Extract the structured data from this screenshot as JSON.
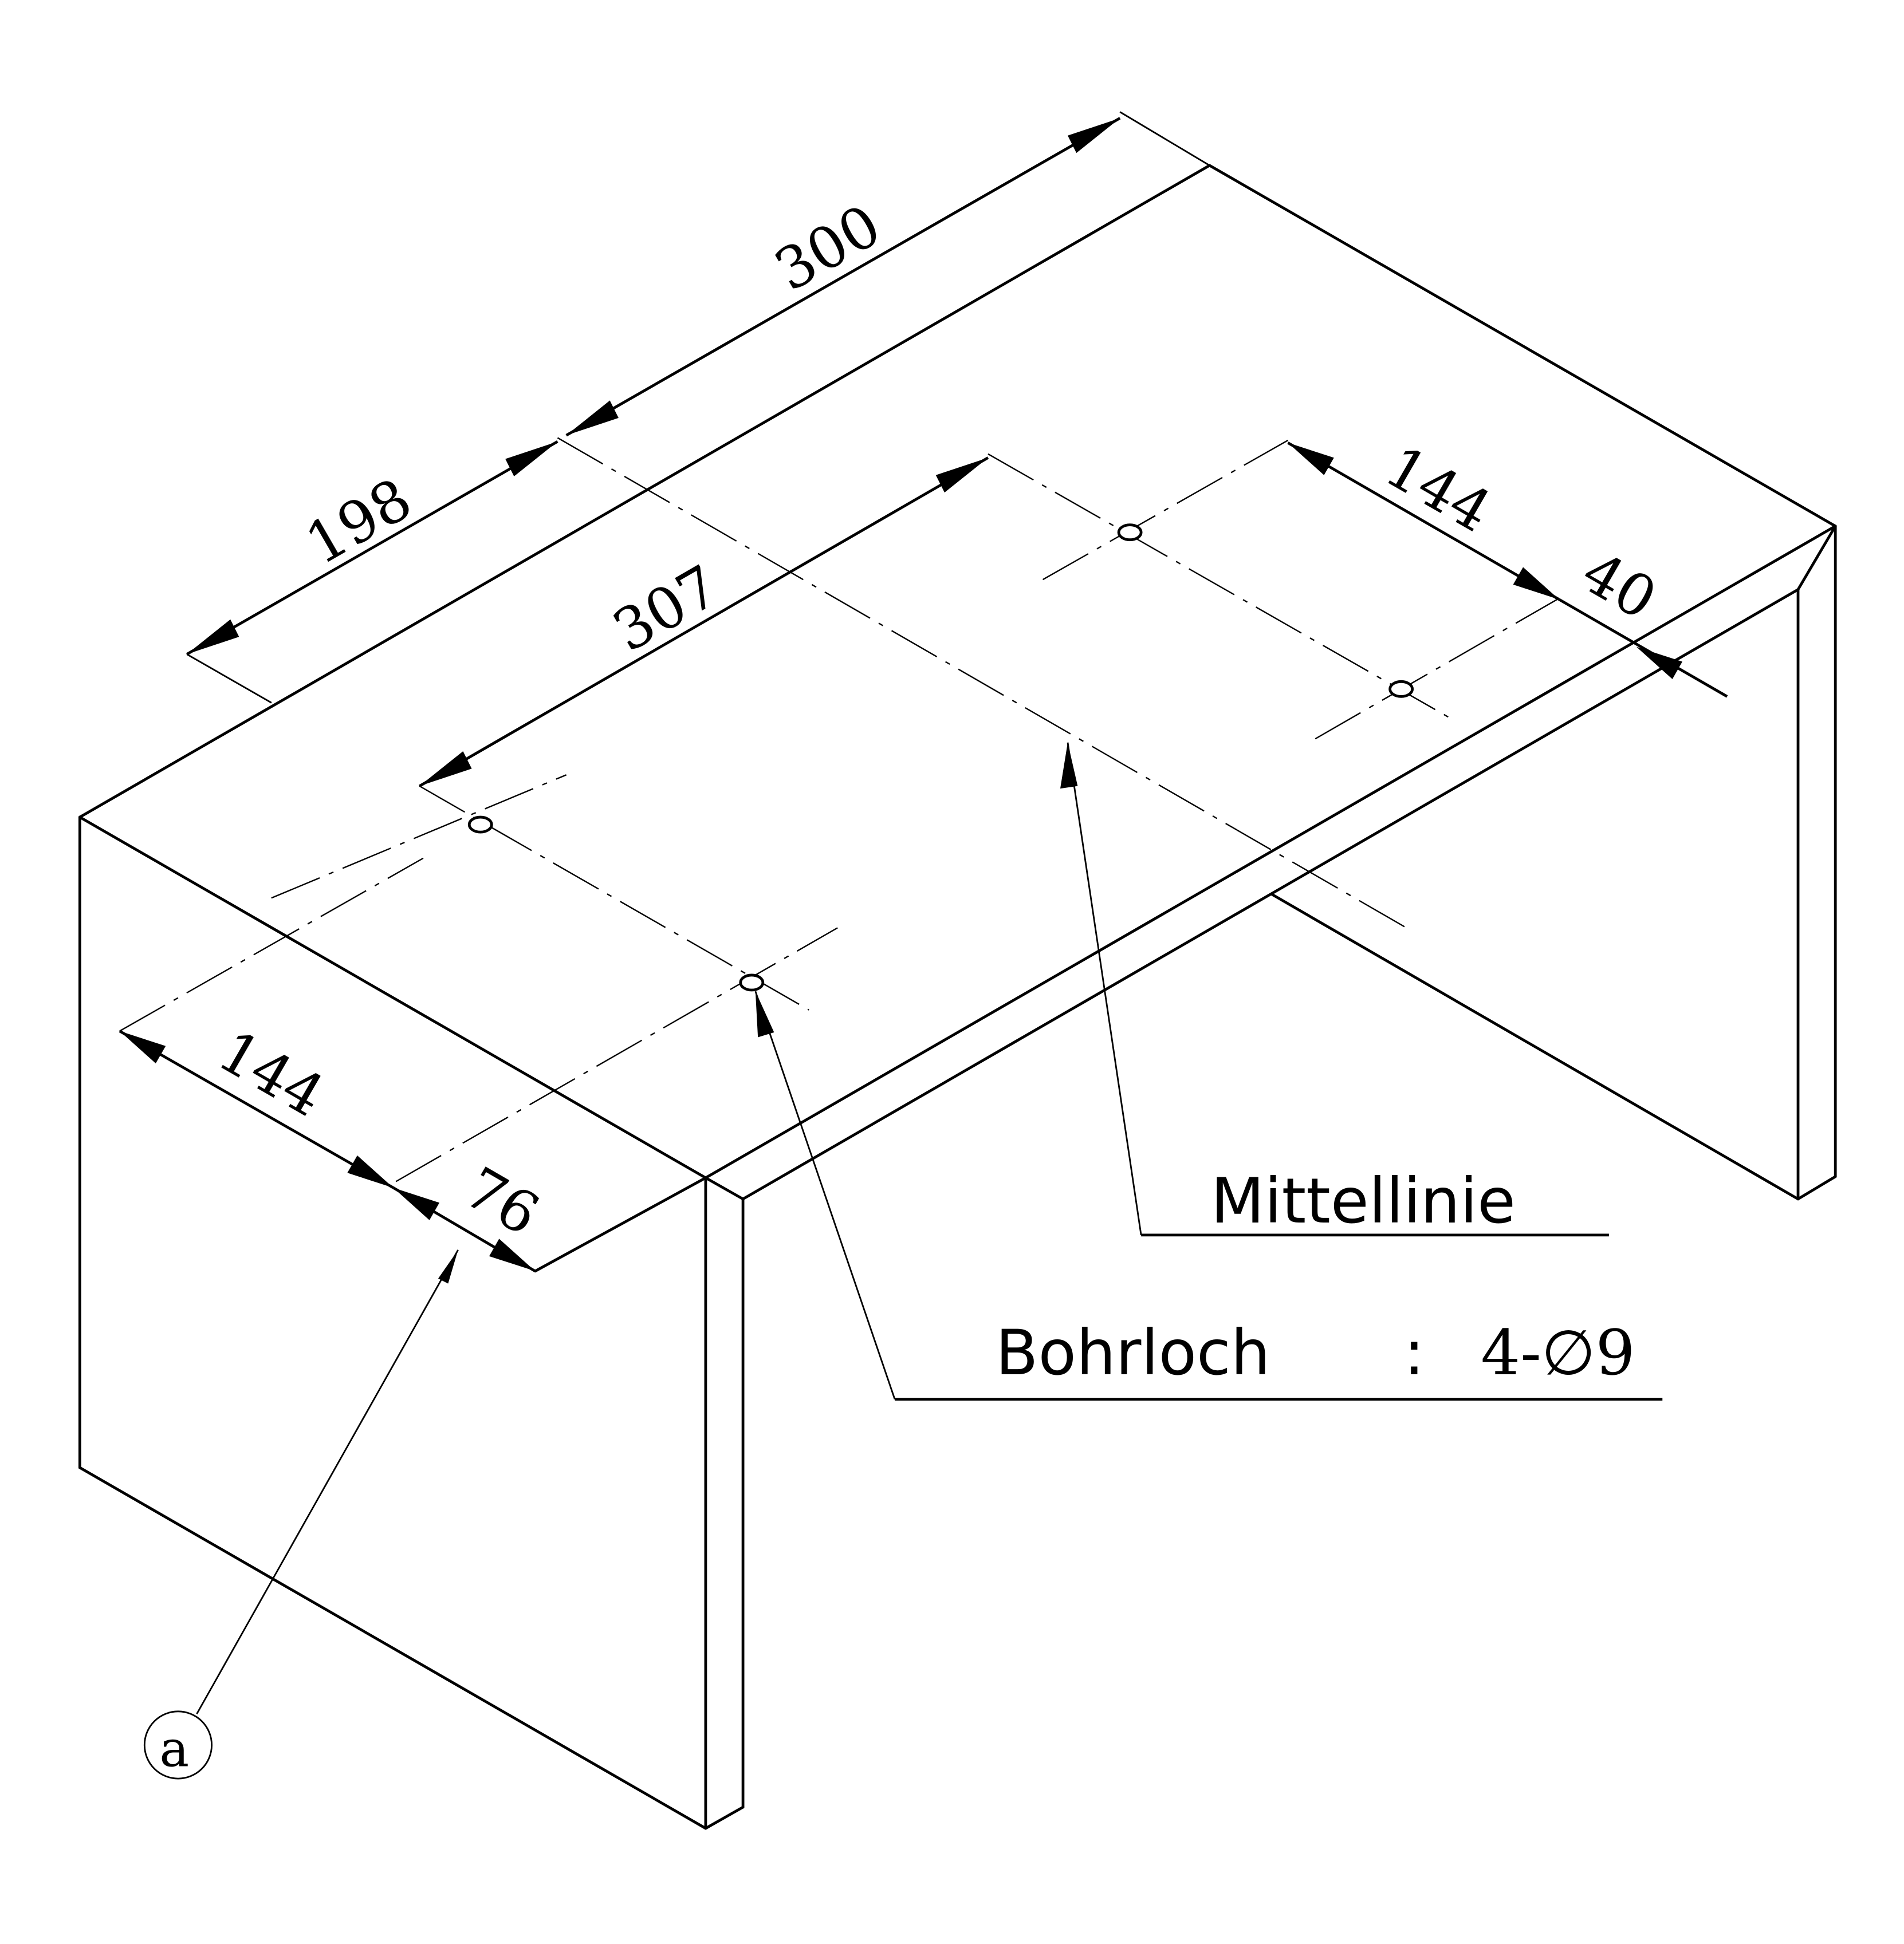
{
  "drawing": {
    "type": "isometric technical drawing",
    "subject": "U-shaped table / bench with four drilled holes on top surface",
    "dimensions": {
      "overall_length": "300",
      "front_depth_offset": "198",
      "hole_spacing_long": "307",
      "hole_spacing_right": "144",
      "right_edge_offset": "40",
      "hole_spacing_left": "144",
      "left_edge_offset": "76"
    },
    "callouts": {
      "centerline_label": "Mittellinie",
      "drill_hole_label": "Bohrloch",
      "drill_hole_separator": ":",
      "drill_hole_spec": "4-∅9"
    },
    "reference_marker": "ⓐ",
    "hole_count": 4
  }
}
